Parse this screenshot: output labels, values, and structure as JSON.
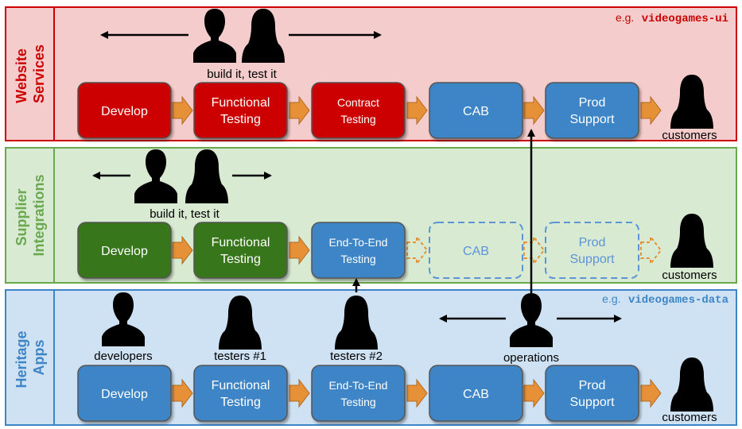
{
  "colors": {
    "website_lane_bg": "#f4cccc",
    "website_lane_border": "#cc0000",
    "supplier_lane_bg": "#d9ead3",
    "supplier_lane_border": "#6aa84f",
    "heritage_lane_bg": "#cfe2f3",
    "heritage_lane_border": "#3d85c6",
    "box_red": "#cc0000",
    "box_green": "#38761d",
    "box_blue": "#3d85c6",
    "box_dashed": "#5b95d6",
    "chevron": "#e69138",
    "arrow": "#000000"
  },
  "lanes": {
    "website": {
      "title_line1": "Website",
      "title_line2": "Services",
      "eg_prefix": "e.g.",
      "eg_code": "videogames-ui",
      "people_label": "build it, test it",
      "customers_label": "customers",
      "boxes": [
        {
          "line1": "Develop",
          "line2": "",
          "color": "red"
        },
        {
          "line1": "Functional",
          "line2": "Testing",
          "color": "red"
        },
        {
          "line1": "Contract",
          "line2": "Testing",
          "color": "red"
        },
        {
          "line1": "CAB",
          "line2": "",
          "color": "blue"
        },
        {
          "line1": "Prod",
          "line2": "Support",
          "color": "blue"
        }
      ]
    },
    "supplier": {
      "title_line1": "Supplier",
      "title_line2": "Integrations",
      "people_label": "build it, test it",
      "customers_label": "customers",
      "boxes": [
        {
          "line1": "Develop",
          "line2": "",
          "color": "green"
        },
        {
          "line1": "Functional",
          "line2": "Testing",
          "color": "green"
        },
        {
          "line1": "End-To-End",
          "line2": "Testing",
          "color": "blue"
        },
        {
          "line1": "CAB",
          "line2": "",
          "color": "dashed"
        },
        {
          "line1": "Prod",
          "line2": "Support",
          "color": "dashed"
        }
      ]
    },
    "heritage": {
      "title_line1": "Heritage",
      "title_line2": "Apps",
      "eg_prefix": "e.g.",
      "eg_code": "videogames-data",
      "developers_label": "developers",
      "testers1_label": "testers #1",
      "testers2_label": "testers #2",
      "operations_label": "operations",
      "customers_label": "customers",
      "boxes": [
        {
          "line1": "Develop",
          "line2": "",
          "color": "blue"
        },
        {
          "line1": "Functional",
          "line2": "Testing",
          "color": "blue"
        },
        {
          "line1": "End-To-End",
          "line2": "Testing",
          "color": "blue"
        },
        {
          "line1": "CAB",
          "line2": "",
          "color": "blue"
        },
        {
          "line1": "Prod",
          "line2": "Support",
          "color": "blue"
        }
      ]
    }
  }
}
